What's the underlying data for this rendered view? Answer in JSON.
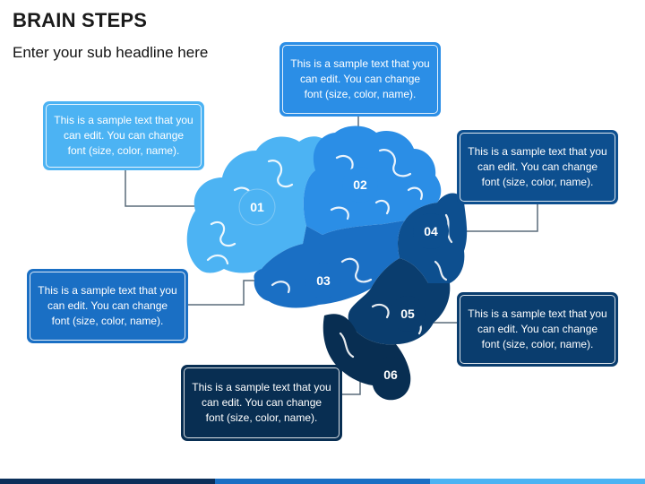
{
  "header": {
    "title": "BRAIN STEPS",
    "subtitle": "Enter your sub headline here"
  },
  "colors": {
    "step1": "#4cb3f3",
    "step2": "#2b8ee6",
    "step3": "#1a6fc4",
    "step4": "#0d4f8f",
    "step5": "#0a3d6e",
    "step6": "#082e52",
    "connector": "#5a6b7a"
  },
  "steps": [
    {
      "number": "01",
      "text": "This is a sample text that you can edit. You can change font (size, color, name)."
    },
    {
      "number": "02",
      "text": "This is a sample text that you can edit. You can change font (size, color, name)."
    },
    {
      "number": "03",
      "text": "This is a sample text that you can edit. You can change font (size, color, name)."
    },
    {
      "number": "04",
      "text": "This is a sample text that you can edit. You can change font (size, color, name)."
    },
    {
      "number": "05",
      "text": "This is a sample text that you can edit. You can change font (size, color, name)."
    },
    {
      "number": "06",
      "text": "This is a sample text that you can edit. You can change font (size, color, name)."
    }
  ]
}
